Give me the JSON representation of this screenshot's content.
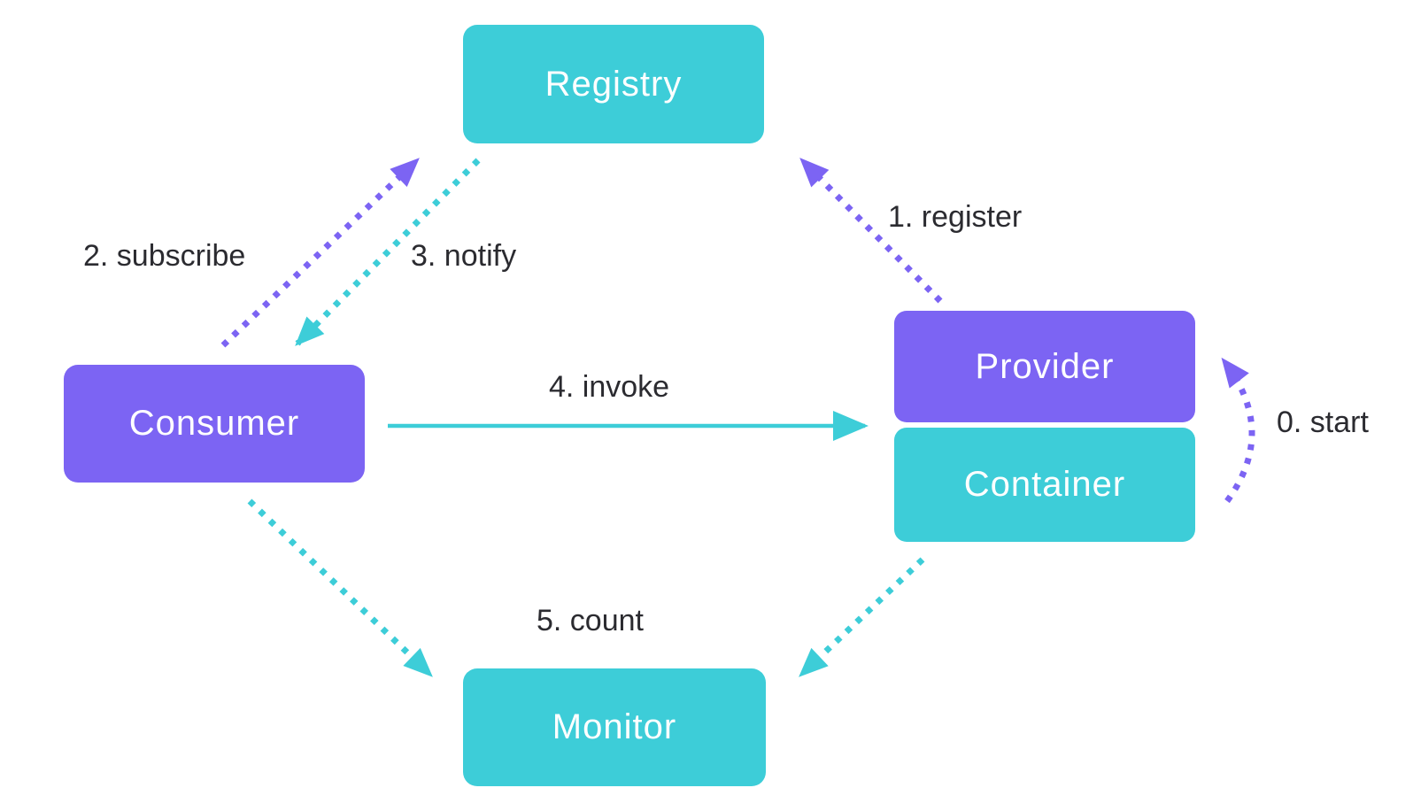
{
  "diagram": {
    "background": "#FFFFFF",
    "colors": {
      "teal": "#3DCDD8",
      "purple": "#7C64F3",
      "label_text": "#2B2B30",
      "node_text": "#FFFFFF"
    },
    "nodes": {
      "registry": {
        "label": "Registry",
        "color_key": "teal"
      },
      "consumer": {
        "label": "Consumer",
        "color_key": "purple"
      },
      "provider": {
        "label": "Provider",
        "color_key": "purple"
      },
      "container": {
        "label": "Container",
        "color_key": "teal"
      },
      "monitor": {
        "label": "Monitor",
        "color_key": "teal"
      }
    },
    "edges": {
      "start": {
        "label": "0. start",
        "from": "container",
        "to": "provider",
        "line": "dotted-curved",
        "color_key": "purple"
      },
      "register": {
        "label": "1. register",
        "from": "provider",
        "to": "registry",
        "line": "dotted",
        "color_key": "purple"
      },
      "subscribe": {
        "label": "2. subscribe",
        "from": "consumer",
        "to": "registry",
        "line": "dotted",
        "color_key": "purple"
      },
      "notify": {
        "label": "3. notify",
        "from": "registry",
        "to": "consumer",
        "line": "dotted",
        "color_key": "teal"
      },
      "invoke": {
        "label": "4. invoke",
        "from": "consumer",
        "to": "provider",
        "line": "solid",
        "color_key": "teal"
      },
      "count_consumer": {
        "label": "5. count",
        "from": "consumer",
        "to": "monitor",
        "line": "dotted",
        "color_key": "teal"
      },
      "count_container": {
        "label": "",
        "from": "container",
        "to": "monitor",
        "line": "dotted",
        "color_key": "teal"
      }
    }
  }
}
